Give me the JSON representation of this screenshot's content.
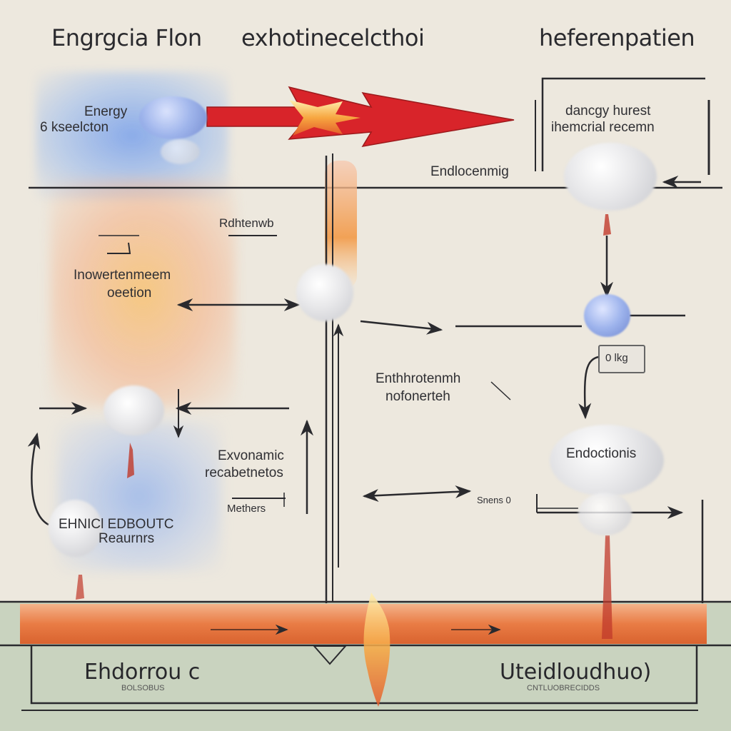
{
  "titles": {
    "left": "Engrgcia Flon",
    "center": "exhotinecelcthoi",
    "right": "heferenpatien"
  },
  "labels": {
    "energy_reaction_line1": "Energy",
    "energy_reaction_line2": "6 kseelcton",
    "top_right_line1": "dancgy hurest",
    "top_right_line2": "ihemcrial recemn",
    "endocerning": "Endlocenmig",
    "rdhtenwb": "Rdhtenwb",
    "inowertenment_line1": "Inowertenmeem",
    "inowertenment_line2": "oeetion",
    "ensthrtenme_line1": "Enthhrotenmh",
    "ensthrtenme_line2": "nofonerteh",
    "tag_box": "0 lkg",
    "exvonamic_line1": "Exvonamic",
    "exvonamic_line2": "recabetnetos",
    "methers": "Methers",
    "endoctionis": "Endoctionis",
    "snens": "Snens 0",
    "ehnicl_line1": "EHNICl EDBOUTC",
    "ehnicl_line2": "Reaurnrs",
    "bottom_left_big": "Ehdorrou c",
    "bottom_left_small": "BOLSOBUS",
    "bottom_right_big": "Uteidloudhuo)",
    "bottom_right_small": "CNTLUOBRECIDDS"
  },
  "colors": {
    "background": "#ede8de",
    "bottom_band": "#c9d3bf",
    "heat_strip": "#e8804a",
    "arrow_red": "#d8242a",
    "line": "#2a2a2e"
  },
  "icons": {
    "main_arrow": "fire-arrow-icon",
    "smoke": "smoke-cloud-icon",
    "flame": "flame-icon"
  }
}
